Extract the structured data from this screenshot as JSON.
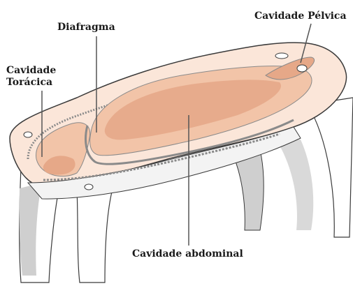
{
  "labels": {
    "cavidade_pelvica": "Cavidade Pélvica",
    "diafragma": "Diafragma",
    "cavidade_toracica_line1": "Cavidade",
    "cavidade_toracica_line2": "Torácica",
    "cavidade_abdominal": "Cavidade abdominal"
  },
  "colors": {
    "body_outline": "#3a3a3a",
    "body_fill": "#fbe6d9",
    "cavity_fill": "#f2c4a8",
    "cavity_dark": "#e6a888",
    "leg_shadow": "#cfcfcf",
    "diaphragm": "#8a8a8a",
    "leader_line": "#555555"
  }
}
